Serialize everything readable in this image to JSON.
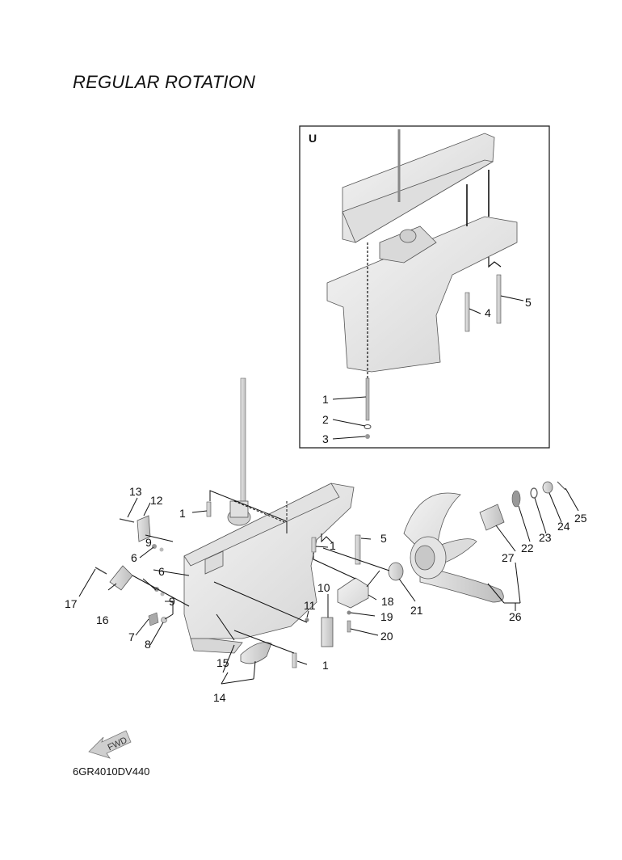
{
  "title": "REGULAR ROTATION",
  "document_code": "6GR4010DV440",
  "inset": {
    "letter": "U",
    "callouts": [
      "1",
      "2",
      "3",
      "4",
      "5"
    ]
  },
  "main_callouts": [
    "1",
    "1",
    "1",
    "5",
    "6",
    "6",
    "7",
    "8",
    "9",
    "9",
    "10",
    "11",
    "12",
    "13",
    "14",
    "15",
    "16",
    "17",
    "18",
    "19",
    "20",
    "21",
    "22",
    "23",
    "24",
    "25",
    "26",
    "27"
  ],
  "fwd_label": "FWD",
  "colors": {
    "line": "#111111",
    "part_fill": "#ececec",
    "part_shade": "#cfcfcf",
    "frame": "#222222"
  },
  "icons": [
    "forward-arrow-icon"
  ]
}
